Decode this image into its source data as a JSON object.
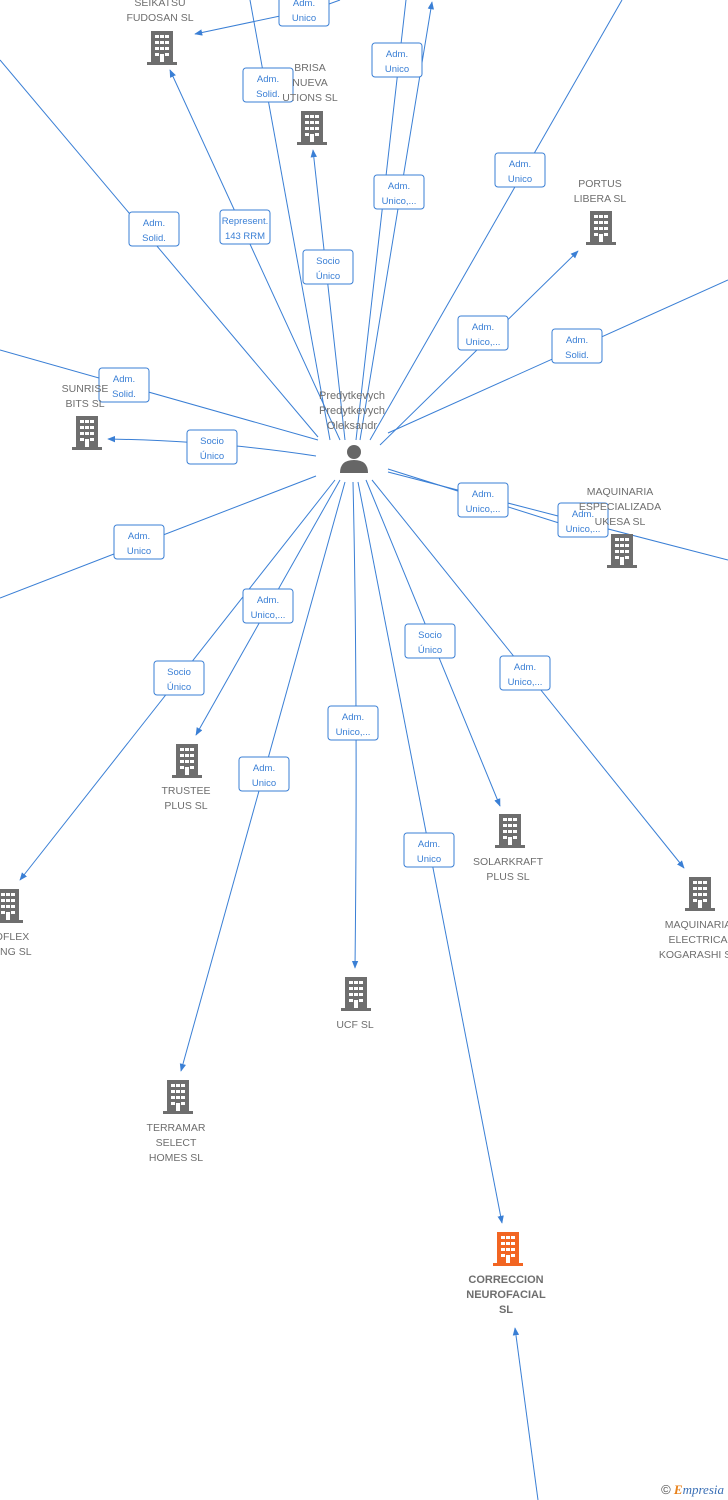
{
  "center": {
    "id": "person",
    "lines": [
      "Predytkevych",
      "Predytkevych",
      "Oleksandr"
    ]
  },
  "nodes": [
    {
      "id": "seikatsu",
      "lines": [
        "SEIKATSU",
        "FUDOSAN SL"
      ],
      "highlight": false
    },
    {
      "id": "brisa",
      "lines": [
        "BRISA",
        "NUEVA",
        "UTIONS SL"
      ],
      "highlight": false
    },
    {
      "id": "portus",
      "lines": [
        "PORTUS",
        "LIBERA SL"
      ],
      "highlight": false
    },
    {
      "id": "sunrise",
      "lines": [
        "SUNRISE",
        "BITS SL"
      ],
      "highlight": false
    },
    {
      "id": "maquinaria-esp",
      "lines": [
        "MAQUINARIA",
        "ESPECIALIZADA",
        "UKESA SL"
      ],
      "highlight": false
    },
    {
      "id": "trustee",
      "lines": [
        "TRUSTEE",
        "PLUS SL"
      ],
      "highlight": false
    },
    {
      "id": "solarkraft",
      "lines": [
        "SOLARKRAFT",
        "PLUS SL"
      ],
      "highlight": false
    },
    {
      "id": "oflex",
      "lines": [
        "OFLEX",
        "UNG SL"
      ],
      "highlight": false
    },
    {
      "id": "maquinaria-elec",
      "lines": [
        "MAQUINARIA",
        "ELECTRICA",
        "KOGARASHI SL"
      ],
      "highlight": false
    },
    {
      "id": "ucf",
      "lines": [
        "UCF SL"
      ],
      "highlight": false
    },
    {
      "id": "terramar",
      "lines": [
        "TERRAMAR",
        "SELECT",
        "HOMES SL"
      ],
      "highlight": false
    },
    {
      "id": "correccion",
      "lines": [
        "CORRECCION",
        "NEUROFACIAL",
        "SL"
      ],
      "highlight": true
    }
  ],
  "edge_labels": [
    {
      "id": "e-top-adm-unico",
      "lines": [
        "Adm.",
        "Unico"
      ]
    },
    {
      "id": "e-brisa-adm-solid",
      "lines": [
        "Adm.",
        "Solid."
      ]
    },
    {
      "id": "e-top-adm-unico-2",
      "lines": [
        "Adm.",
        "Unico"
      ]
    },
    {
      "id": "e-top-adm-unico-3",
      "lines": [
        "Adm.",
        "Unico,..."
      ]
    },
    {
      "id": "e-seikatsu-represent",
      "lines": [
        "Represent.",
        "143 RRM"
      ]
    },
    {
      "id": "e-upleft-adm-solid",
      "lines": [
        "Adm.",
        "Solid."
      ]
    },
    {
      "id": "e-brisa-socio-unico",
      "lines": [
        "Socio",
        "Único"
      ]
    },
    {
      "id": "e-upright-adm-unico",
      "lines": [
        "Adm.",
        "Unico"
      ]
    },
    {
      "id": "e-portus-adm-unico",
      "lines": [
        "Adm.",
        "Unico,..."
      ]
    },
    {
      "id": "e-right-adm-solid",
      "lines": [
        "Adm.",
        "Solid."
      ]
    },
    {
      "id": "e-left-adm-solid",
      "lines": [
        "Adm.",
        "Solid."
      ]
    },
    {
      "id": "e-sunrise-socio-unico",
      "lines": [
        "Socio",
        "Único"
      ]
    },
    {
      "id": "e-maqesp-adm-unico",
      "lines": [
        "Adm.",
        "Unico,..."
      ]
    },
    {
      "id": "e-maqesp-adm-unico-2",
      "lines": [
        "Adm.",
        "Unico,..."
      ]
    },
    {
      "id": "e-left-adm-unico",
      "lines": [
        "Adm.",
        "Unico"
      ]
    },
    {
      "id": "e-trustee-adm-unico",
      "lines": [
        "Adm.",
        "Unico,..."
      ]
    },
    {
      "id": "e-oflex-socio-unico",
      "lines": [
        "Socio",
        "Único"
      ]
    },
    {
      "id": "e-solarkraft-socio-unico",
      "lines": [
        "Socio",
        "Único"
      ]
    },
    {
      "id": "e-maqelec-adm-unico",
      "lines": [
        "Adm.",
        "Unico,..."
      ]
    },
    {
      "id": "e-ucf-adm-unico",
      "lines": [
        "Adm.",
        "Unico,..."
      ]
    },
    {
      "id": "e-terramar-adm-unico",
      "lines": [
        "Adm.",
        "Unico"
      ]
    },
    {
      "id": "e-correccion-adm-unico",
      "lines": [
        "Adm.",
        "Unico"
      ]
    }
  ],
  "colors": {
    "edge": "#3a7fd5",
    "building": "#6e6e6e",
    "building_highlight": "#f26522",
    "person": "#666666"
  },
  "footer": {
    "copyright": "©",
    "brand_initial": "E",
    "brand_rest": "mpresia"
  }
}
